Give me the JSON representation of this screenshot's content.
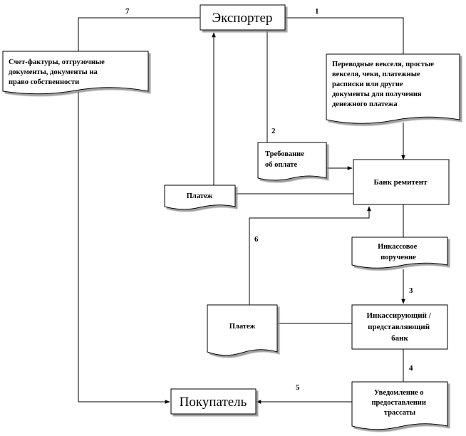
{
  "diagram": {
    "nodes": {
      "exporter": "Экспортер",
      "buyer": "Покупатель",
      "remitting_bank": "Банк ремитент",
      "collecting_bank": [
        "Инкассирующий /",
        "представляющий",
        "банк"
      ]
    },
    "documents": {
      "invoice_docs": [
        "Счет-фактуры,  отгрузочные",
        "документы, документы на",
        "право собственности"
      ],
      "bills_docs": [
        "Переводные векселя, простые",
        "векселя, чеки, платежные",
        "расписки или другие",
        "документы для получения",
        "денежного платежа"
      ],
      "payment_request": [
        "Требование",
        "об оплате"
      ],
      "payment_upper": "Платеж",
      "collection_order": [
        "Инкассовое",
        "поручение"
      ],
      "payment_lower": "Платеж",
      "draft_notice": [
        "Уведомление  о",
        "предоставлении",
        "трассаты"
      ]
    },
    "step_numbers": {
      "s1": "1",
      "s2": "2",
      "s3": "3",
      "s4": "4",
      "s5": "5",
      "s6": "6",
      "s7": "7"
    }
  }
}
